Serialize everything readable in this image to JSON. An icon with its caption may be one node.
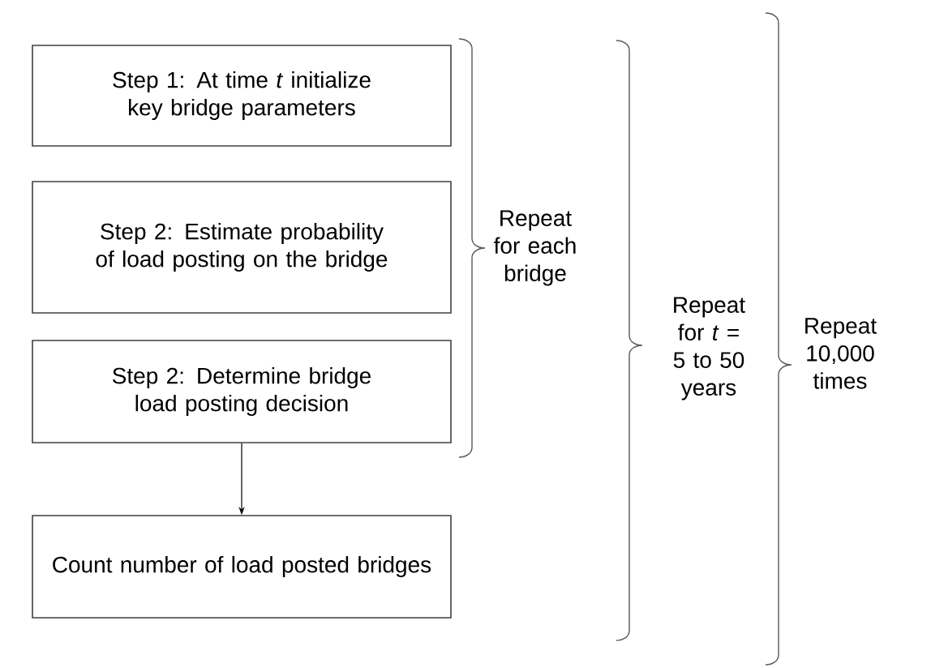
{
  "diagram": {
    "nodes": [
      {
        "text": [
          "Step 1: At time *t* initialize key bridge parameters"
        ]
      },
      {
        "text": [
          "Step 2: Estimate probability of load posting on the bridge"
        ]
      },
      {
        "text": [
          "Step 2: Determine bridge load posting decision"
        ]
      },
      {
        "text": [
          "Count number of load posted bridges"
        ]
      }
    ],
    "edges": [
      {
        "from": 2,
        "to": 3,
        "arrow": "to"
      }
    ],
    "labels": [
      "Repeat for each bridge",
      "Repeat for *t* = 5 to 50 years",
      "Repeat 10,000 times"
    ]
  }
}
